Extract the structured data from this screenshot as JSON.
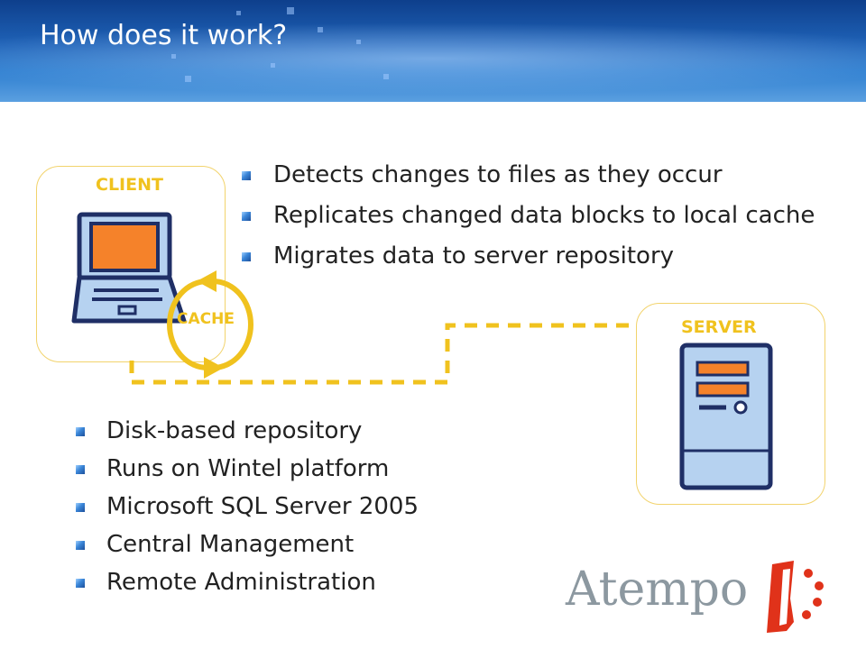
{
  "slide": {
    "title": "How does it work?"
  },
  "client_features": [
    "Detects changes to files as they occur",
    "Replicates changed data blocks to local cache",
    "Migrates data to server repository"
  ],
  "server_features": [
    "Disk-based repository",
    "Runs on Wintel platform",
    "Microsoft SQL Server 2005",
    "Central Management",
    "Remote Administration"
  ],
  "diagram": {
    "client_label": "CLIENT",
    "cache_label": "CACHE",
    "server_label": "SERVER"
  },
  "logo": {
    "text": "Atempo"
  },
  "colors": {
    "accent_yellow": "#f0c21e",
    "laptop_screen": "#f5822a",
    "laptop_body": "#b6d2f0",
    "outline_navy": "#1f2f66",
    "header_blue": "#1f63b8",
    "logo_red": "#e0321a",
    "logo_gray": "#8c98a0"
  }
}
